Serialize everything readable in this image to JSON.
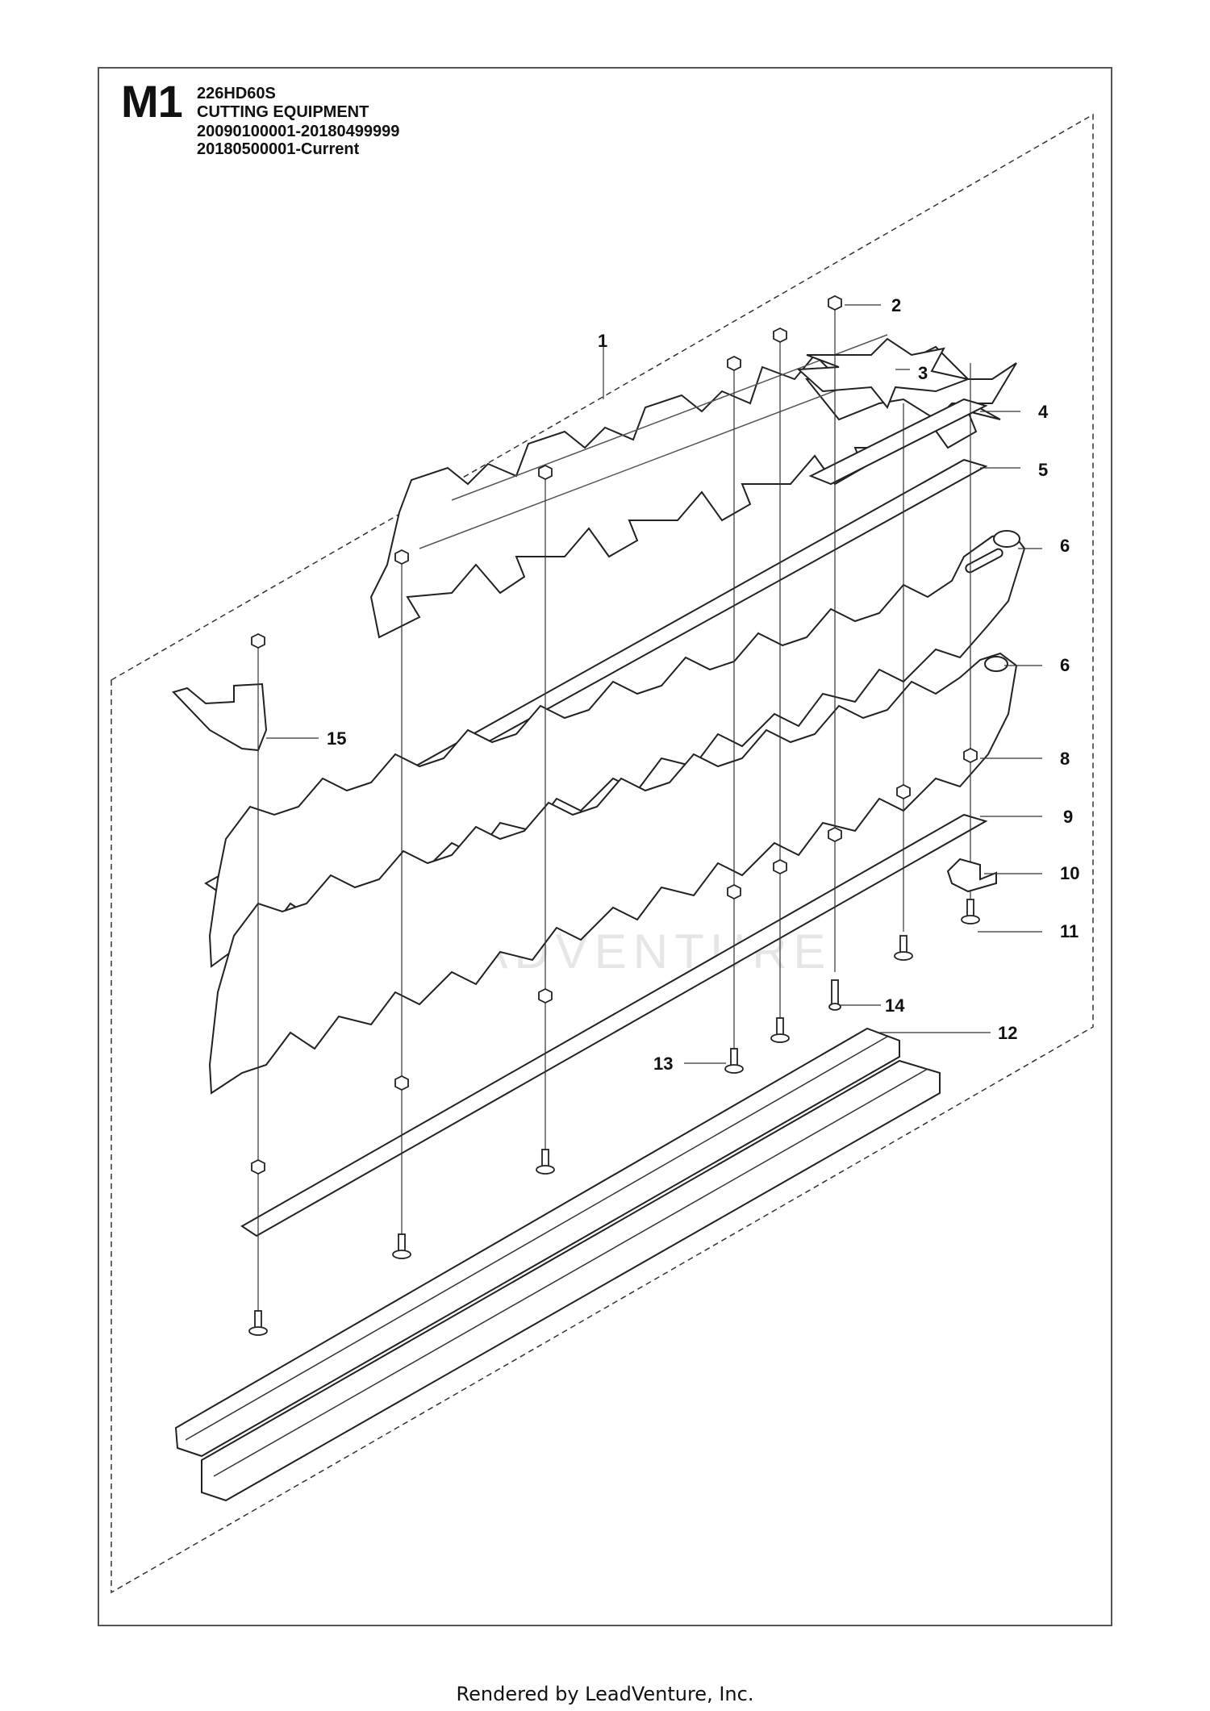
{
  "header": {
    "page_code": "M1",
    "model": "226HD60S",
    "section": "CUTTING EQUIPMENT",
    "serial_range_1": "20090100001-20180499999",
    "serial_range_2": "20180500001-Current"
  },
  "watermark": "LEADVENTURE",
  "callouts": [
    "1",
    "2",
    "3",
    "4",
    "5",
    "6",
    "6",
    "8",
    "9",
    "10",
    "11",
    "12",
    "13",
    "14",
    "15"
  ],
  "footer": "Rendered by LeadVenture, Inc.",
  "colors": {
    "line": "#222222",
    "background": "#ffffff",
    "frame": "#555555"
  }
}
